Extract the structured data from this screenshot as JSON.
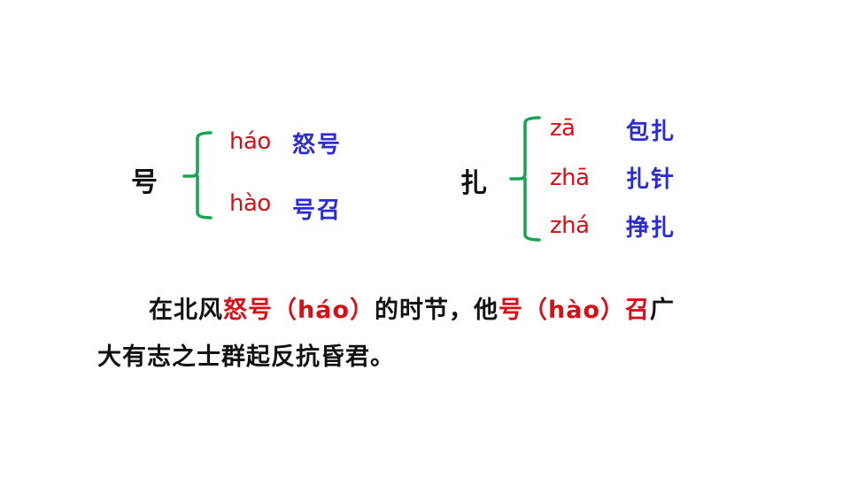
{
  "groups": [
    {
      "character": "号",
      "readings": [
        {
          "pinyin": "háo",
          "word": "怒号"
        },
        {
          "pinyin": "hào",
          "word": "号召"
        }
      ]
    },
    {
      "character": "扎",
      "readings": [
        {
          "pinyin": "zā",
          "word": "包扎"
        },
        {
          "pinyin": "zhā",
          "word": "扎针"
        },
        {
          "pinyin": "zhá",
          "word": "挣扎"
        }
      ]
    }
  ],
  "sentence": {
    "line1": [
      {
        "text": "在北风",
        "color": "black"
      },
      {
        "text": "怒号（háo）",
        "color": "red"
      },
      {
        "text": "的时节，他",
        "color": "black"
      },
      {
        "text": "号（hào）召",
        "color": "red"
      },
      {
        "text": "广",
        "color": "black"
      }
    ],
    "line2": "大有志之士群起反抗昏君。"
  },
  "colors": {
    "pinyin": "#d80f17",
    "word": "#2b2bd6",
    "bracket": "#14a550",
    "text": "#111111"
  }
}
